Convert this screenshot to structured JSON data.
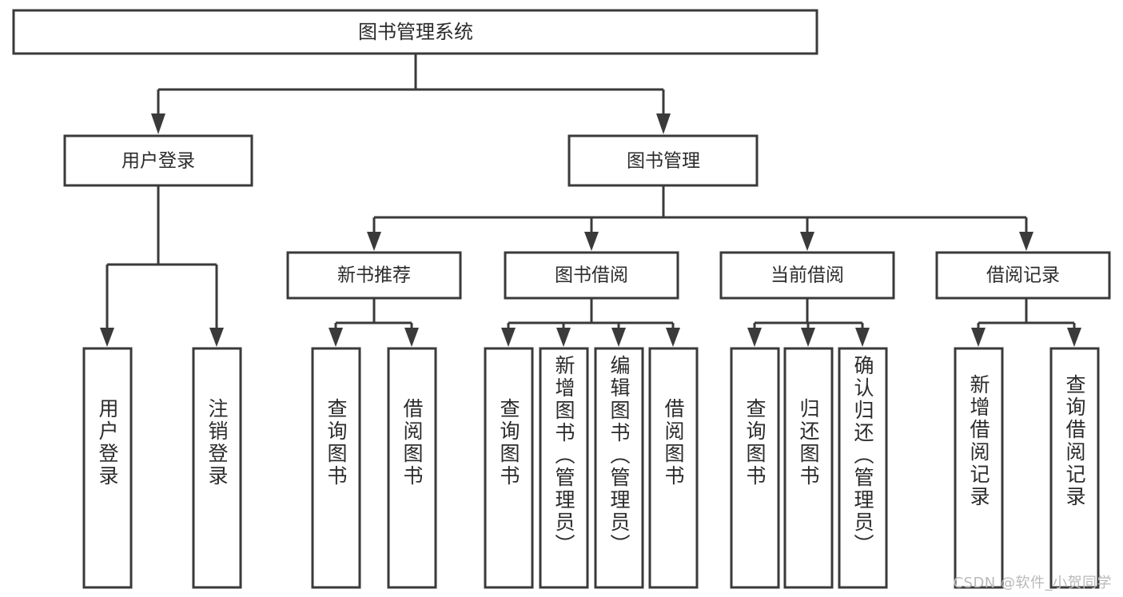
{
  "diagram": {
    "type": "tree-hierarchy",
    "title": "图书管理系统",
    "watermark": "CSDN @软件_小贺同学",
    "colors": {
      "stroke": "#3a3a3a",
      "text": "#2b2b2b",
      "box_fill": "#ffffff",
      "background": "#ffffff",
      "watermark": "#b9b9b9"
    },
    "root": {
      "label": "图书管理系统"
    },
    "level1": [
      {
        "label": "用户登录"
      },
      {
        "label": "图书管理"
      }
    ],
    "level2": [
      {
        "label": "新书推荐"
      },
      {
        "label": "图书借阅"
      },
      {
        "label": "当前借阅"
      },
      {
        "label": "借阅记录"
      }
    ],
    "leaves": {
      "user_login": [
        {
          "label": "用户登录"
        },
        {
          "label": "注销登录"
        }
      ],
      "new_book": [
        {
          "label": "查询图书"
        },
        {
          "label": "借阅图书"
        }
      ],
      "book_borrow": [
        {
          "label": "查询图书"
        },
        {
          "label": "新增图书（管理员）"
        },
        {
          "label": "编辑图书（管理员）"
        },
        {
          "label": "借阅图书"
        }
      ],
      "current_borrow": [
        {
          "label": "查询图书"
        },
        {
          "label": "归还图书"
        },
        {
          "label": "确认归还（管理员）"
        }
      ],
      "borrow_record": [
        {
          "label": "新增借阅记录"
        },
        {
          "label": "查询借阅记录"
        }
      ]
    }
  }
}
